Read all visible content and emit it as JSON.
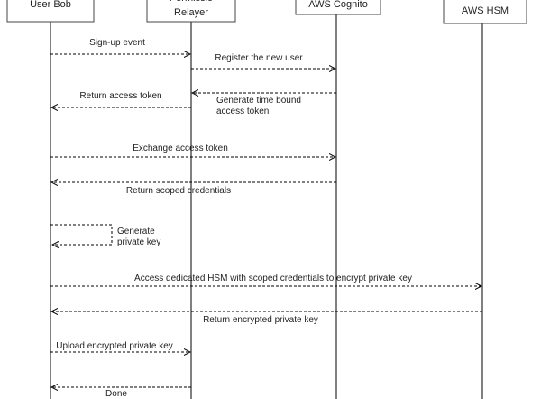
{
  "participants": [
    {
      "id": "bob",
      "label": "User Bob"
    },
    {
      "id": "relayer",
      "label_lines": [
        "Permissio",
        "Relayer"
      ]
    },
    {
      "id": "cognito",
      "label": "AWS Cognito"
    },
    {
      "id": "hsm",
      "label": "AWS HSM"
    }
  ],
  "messages": [
    {
      "from": "bob",
      "to": "relayer",
      "label_lines": [
        "Sign-up event"
      ]
    },
    {
      "from": "relayer",
      "to": "cognito",
      "label_lines": [
        "Register the new user"
      ]
    },
    {
      "from": "cognito",
      "to": "relayer",
      "label_lines": [
        "Generate time bound",
        "access token"
      ]
    },
    {
      "from": "relayer",
      "to": "bob",
      "label_lines": [
        "Return access token"
      ]
    },
    {
      "from": "bob",
      "to": "cognito",
      "label_lines": [
        "Exchange access token"
      ]
    },
    {
      "from": "cognito",
      "to": "bob",
      "label_lines": [
        "Return scoped credentials"
      ]
    },
    {
      "from": "bob",
      "to": "bob",
      "self": true,
      "label_lines": [
        "Generate",
        "private key"
      ]
    },
    {
      "from": "bob",
      "to": "hsm",
      "label_lines": [
        "Access dedicated HSM with scoped credentials to encrypt private key"
      ]
    },
    {
      "from": "hsm",
      "to": "bob",
      "label_lines": [
        "Return encrypted private key"
      ]
    },
    {
      "from": "bob",
      "to": "relayer",
      "label_lines": [
        "Upload encrypted private key"
      ]
    },
    {
      "from": "relayer",
      "to": "bob",
      "label_lines": [
        "Done"
      ]
    }
  ],
  "colors": {
    "line": "#000000",
    "box_border": "#444444",
    "text": "#222222"
  }
}
